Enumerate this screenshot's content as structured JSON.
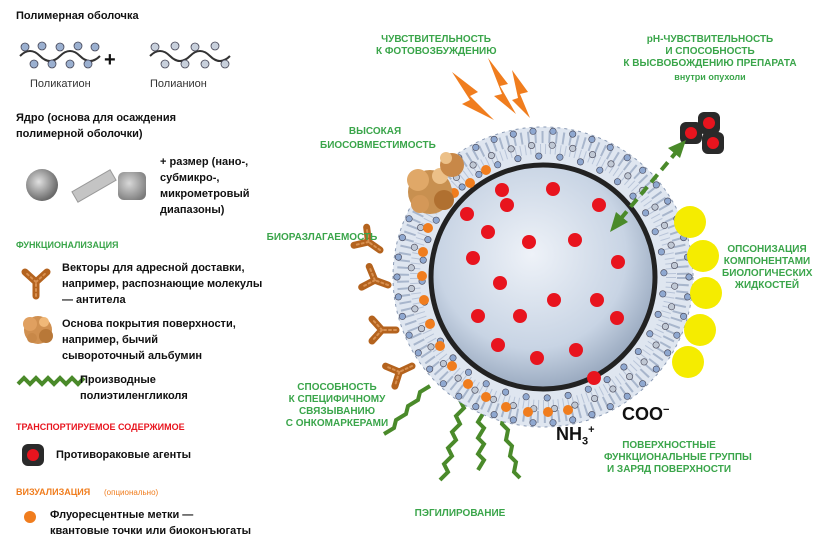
{
  "legend": {
    "shell_title": "Полимерная оболочка",
    "polycation": "Поликатион",
    "polyanion": "Полианион",
    "plus": "+",
    "core_title_1": "Ядро (основа для осаждения",
    "core_title_2": "полимерной оболочки)",
    "size_1": "+ размер (нано-,",
    "size_2": "субмикро-,",
    "size_3": "микрометровый",
    "size_4": "диапазоны)",
    "functionalization": "ФУНКЦИОНАЛИЗАЦИЯ",
    "vectors_1": "Векторы для адресной доставки,",
    "vectors_2": "например, распознающие молекулы",
    "vectors_3": "— антитела",
    "coating_1": "Основа покрытия поверхности,",
    "coating_2": "например, бычий",
    "coating_3": "сывороточный альбумин",
    "peg_1": "Производные",
    "peg_2": "полиэтиленгликоля",
    "cargo": "ТРАНСПОРТИРУЕМОЕ  СОДЕРЖИМОЕ",
    "anticancer": "Противораковые агенты",
    "visualization": "ВИЗУАЛИЗАЦИЯ",
    "optional": "(опционально)",
    "labels_1": "Флуоресцентные метки —",
    "labels_2": "квантовые точки или биоконъюгаты"
  },
  "diagram": {
    "photo_1": "ЧУВСТВИТЕЛЬНОСТЬ",
    "photo_2": "К ФОТОВОЗБУЖДЕНИЮ",
    "ph_1": "pH-ЧУВСТВИТЕЛЬНОСТЬ",
    "ph_2": "И СПОСОБНОСТЬ",
    "ph_3": "К ВЫСВОБОЖДЕНИЮ   ПРЕПАРАТА",
    "ph_4": "внутри опухоли",
    "biocompat_1": "ВЫСОКАЯ",
    "biocompat_2": "БИОСОВМЕСТИМОСТЬ",
    "biodegrad": "БИОРАЗЛАГАЕМОСТЬ",
    "opson_1": "ОПСОНИЗАЦИЯ",
    "opson_2": "КОМПОНЕНТАМИ",
    "opson_3": "БИОЛОГИЧЕСКИХ",
    "opson_4": "ЖИДКОСТЕЙ",
    "binding_1": "СПОСОБНОСТЬ",
    "binding_2": "К  СПЕЦИФИЧНОМУ",
    "binding_3": "СВЯЗЫВАНИЮ",
    "binding_4": "С ОНКОМАРКЕРАМИ",
    "surface_1": "ПОВЕРХНОСТНЫЕ",
    "surface_2": "ФУНКЦИОНАЛЬНЫЕ  ГРУППЫ",
    "surface_3": "И ЗАРЯД ПОВЕРХНОСТИ",
    "pegylation": "ПЭГИЛИРОВАНИЕ",
    "nh3": "NH",
    "nh3_sub": "3",
    "nh3_sup": "+",
    "coo": "COO",
    "coo_sup": "−"
  },
  "colors": {
    "green_text": "#3aa54a",
    "red_drug": "#e8141e",
    "orange_label": "#f07d1e",
    "yellow_opsonin": "#f5ec00",
    "antibody": "#b4631e",
    "peg": "#4a8a2a",
    "core": "#c8d4e4"
  }
}
